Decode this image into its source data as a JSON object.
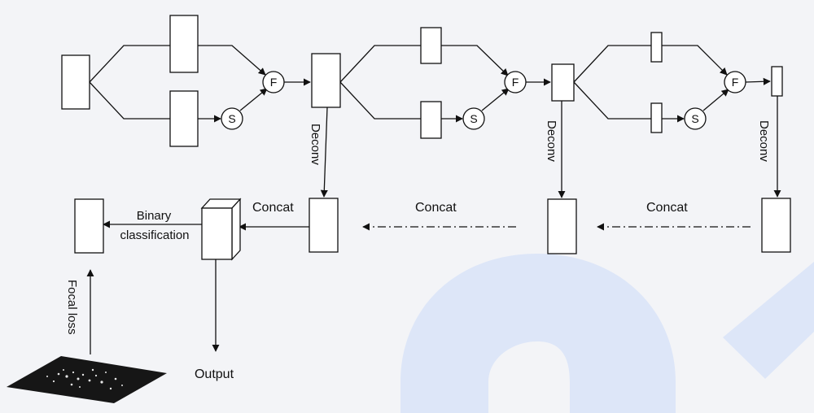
{
  "diagram": {
    "node_labels": {
      "fuse": "F",
      "select": "S"
    },
    "labels": {
      "deconv": "Deconv",
      "concat": "Concat",
      "binary_classification_line1": "Binary",
      "binary_classification_line2": "classification",
      "focal_loss": "Focal loss",
      "output": "Output"
    },
    "colors": {
      "background": "#f3f4f7",
      "watermark": "#dde6f8",
      "stroke": "#111111"
    }
  }
}
